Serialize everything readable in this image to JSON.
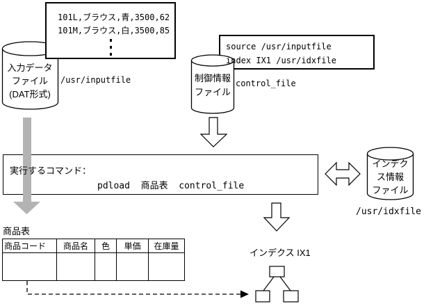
{
  "colors": {
    "line": "#000000",
    "gray_arrow": "#b3b3b3",
    "background": "#ffffff"
  },
  "sample_box": {
    "lines": [
      "101L,ブラウス,青,3500,62",
      "101M,ブラウス,白,3500,85"
    ]
  },
  "input_file": {
    "labels": [
      "入力データ",
      "ファイル",
      "(DAT形式)"
    ],
    "path": "/usr/inputfile"
  },
  "control_box": {
    "lines": [
      "source /usr/inputfile",
      "index IX1 /usr/idxfile"
    ]
  },
  "control_file": {
    "labels": [
      "制御情報",
      "ファイル"
    ],
    "name": "control_file"
  },
  "command_box": {
    "label": "実行するコマンド：",
    "command": "pdload  商品表  control_file"
  },
  "index_file": {
    "labels": [
      "インデク",
      "ス情報",
      "ファイル"
    ],
    "path": "/usr/idxfile"
  },
  "index_tree": {
    "title": "インデクス IX1"
  },
  "product_table": {
    "title": "商品表",
    "headers": [
      "商品コード",
      "商品名",
      "色",
      "単価",
      "在庫量"
    ],
    "rows": [
      [
        "",
        "",
        "",
        "",
        ""
      ]
    ]
  }
}
